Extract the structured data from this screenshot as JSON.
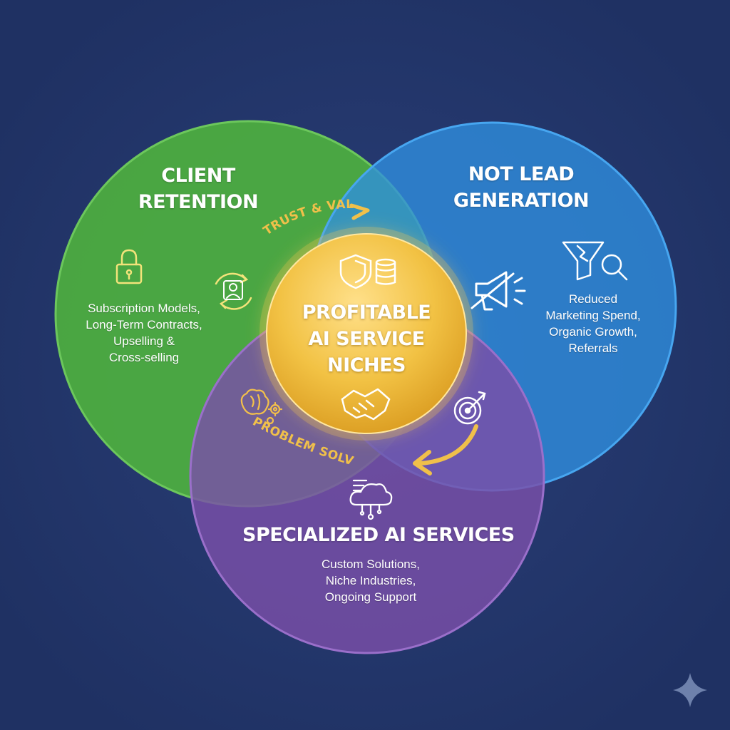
{
  "colors": {
    "background": "#213466",
    "client_retention": "#4dae3f",
    "lead_generation": "#2f8fe0",
    "specialized_services": "#7a4fa8",
    "center": "#f2c244",
    "arrow": "#f0c04a"
  },
  "client_retention": {
    "title": "CLIENT\nRETENTION",
    "description": "Subscription Models,\nLong-Term Contracts,\nUpselling &\nCross-selling",
    "icons": [
      "padlock-icon",
      "user-cycle-icon"
    ]
  },
  "lead_generation": {
    "title": "NOT LEAD\nGENERATION",
    "description": "Reduced\nMarketing Spend,\nOrganic Growth,\nReferrals",
    "icons": [
      "funnel-search-icon",
      "crossed-megaphone-icon"
    ]
  },
  "specialized_services": {
    "title": "SPECIALIZED AI SERVICES",
    "description": "Custom Solutions,\nNiche Industries,\nOngoing Support",
    "icons": [
      "cloud-network-icon"
    ]
  },
  "center": {
    "title": "PROFITABLE\nAI SERVICE\nNICHES",
    "icons": [
      "shield-coins-icon",
      "handshake-icon"
    ]
  },
  "connectors": {
    "trust_value": "TRUST & VALUE",
    "problem_solving": "PROBLEM SOLVING",
    "target_icon": "target-icon"
  },
  "corner_icon": "sparkle-icon"
}
